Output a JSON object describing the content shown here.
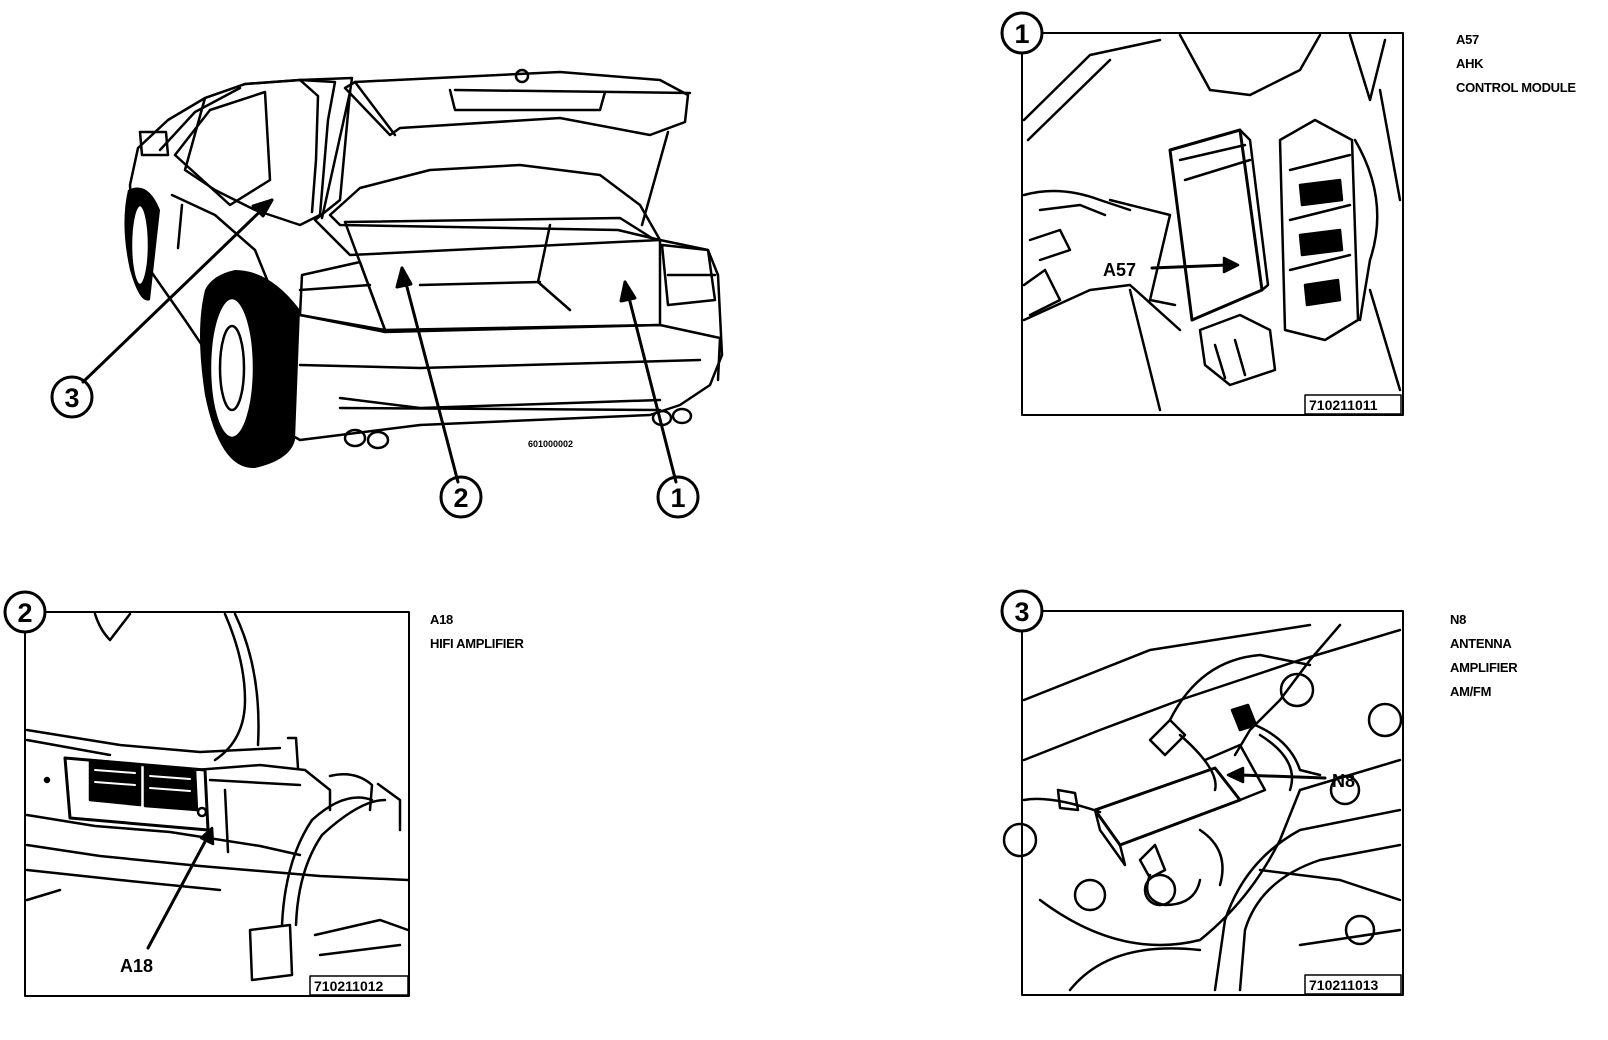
{
  "overview": {
    "ref_code": "601000002",
    "callouts": [
      "1",
      "2",
      "3"
    ]
  },
  "panel_1": {
    "number": "1",
    "figure_code": "710211011",
    "pointer_label": "A57",
    "caption": [
      "A57",
      "AHK",
      "CONTROL MODULE"
    ]
  },
  "panel_2": {
    "number": "2",
    "figure_code": "710211012",
    "pointer_label": "A18",
    "caption": [
      "A18",
      "HIFI AMPLIFIER"
    ]
  },
  "panel_3": {
    "number": "3",
    "figure_code": "710211013",
    "pointer_label": "N8",
    "caption": [
      "N8",
      "ANTENNA",
      "AMPLIFIER",
      "AM/FM"
    ]
  }
}
